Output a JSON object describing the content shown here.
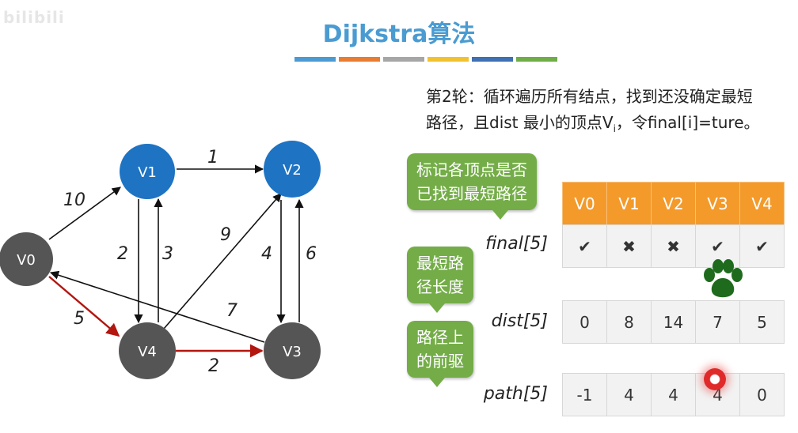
{
  "watermark": "bilibili",
  "title": "Dijkstra算法",
  "color_bar": [
    "#4c9ad3",
    "#e97c30",
    "#a6a6a6",
    "#f2c12e",
    "#3f6fb5",
    "#6fad46"
  ],
  "description": {
    "line1": "第2轮：循环遍历所有结点，找到还没确定最短",
    "line2_pre": "路径，且dist 最小的顶点V",
    "line2_sub": "i",
    "line2_post": "，令final[i]=ture。"
  },
  "graph": {
    "nodes": [
      {
        "id": "V0",
        "label": "V0",
        "color": "#555555"
      },
      {
        "id": "V1",
        "label": "V1",
        "color": "#1e73c3"
      },
      {
        "id": "V2",
        "label": "V2",
        "color": "#1e73c3"
      },
      {
        "id": "V3",
        "label": "V3",
        "color": "#555555"
      },
      {
        "id": "V4",
        "label": "V4",
        "color": "#555555"
      }
    ],
    "edges": [
      {
        "from": "V0",
        "to": "V1",
        "weight": "10",
        "highlight": false
      },
      {
        "from": "V1",
        "to": "V2",
        "weight": "1",
        "highlight": false
      },
      {
        "from": "V1",
        "to": "V4",
        "weight": "2",
        "highlight": false
      },
      {
        "from": "V4",
        "to": "V1",
        "weight": "3",
        "highlight": false
      },
      {
        "from": "V4",
        "to": "V2",
        "weight": "9",
        "highlight": false
      },
      {
        "from": "V2",
        "to": "V3",
        "weight": "4",
        "highlight": false
      },
      {
        "from": "V3",
        "to": "V2",
        "weight": "6",
        "highlight": false
      },
      {
        "from": "V3",
        "to": "V0",
        "weight": "7",
        "highlight": false
      },
      {
        "from": "V0",
        "to": "V4",
        "weight": "5",
        "highlight": true
      },
      {
        "from": "V4",
        "to": "V3",
        "weight": "2",
        "highlight": true
      }
    ],
    "highlight_color": "#b3150f"
  },
  "bubbles": {
    "final": "标记各顶点是否\n已找到最短路径",
    "dist": "最短路\n径长度",
    "path": "路径上\n的前驱"
  },
  "table": {
    "headers": [
      "V0",
      "V1",
      "V2",
      "V3",
      "V4"
    ],
    "final_label": "final[5]",
    "final": [
      "✔",
      "✖",
      "✖",
      "✔",
      "✔"
    ],
    "dist_label": "dist[5]",
    "dist": [
      "0",
      "8",
      "14",
      "7",
      "5"
    ],
    "path_label": "path[5]",
    "path": [
      "-1",
      "4",
      "4",
      "4",
      "0"
    ]
  }
}
